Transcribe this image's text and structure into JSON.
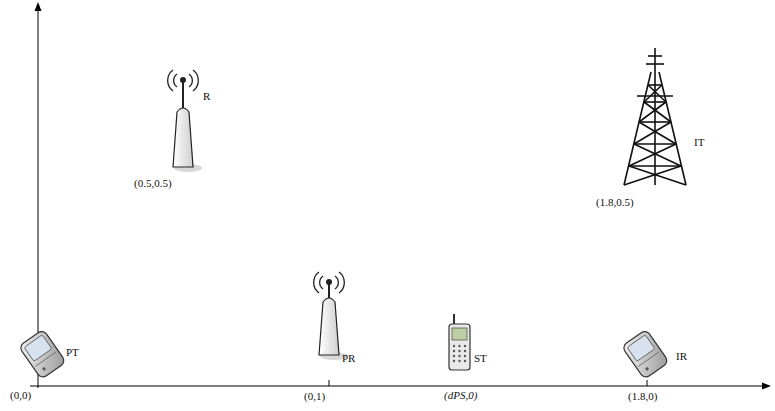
{
  "diagram": {
    "labels": [
      "R",
      "(0.5,0.5)",
      "IT",
      "(1.8,0.5)",
      "PT",
      "(0,0)",
      "PR",
      "(0,1)",
      "ST",
      "(dPS,0)",
      "IR",
      "(1.8,0)"
    ]
  }
}
